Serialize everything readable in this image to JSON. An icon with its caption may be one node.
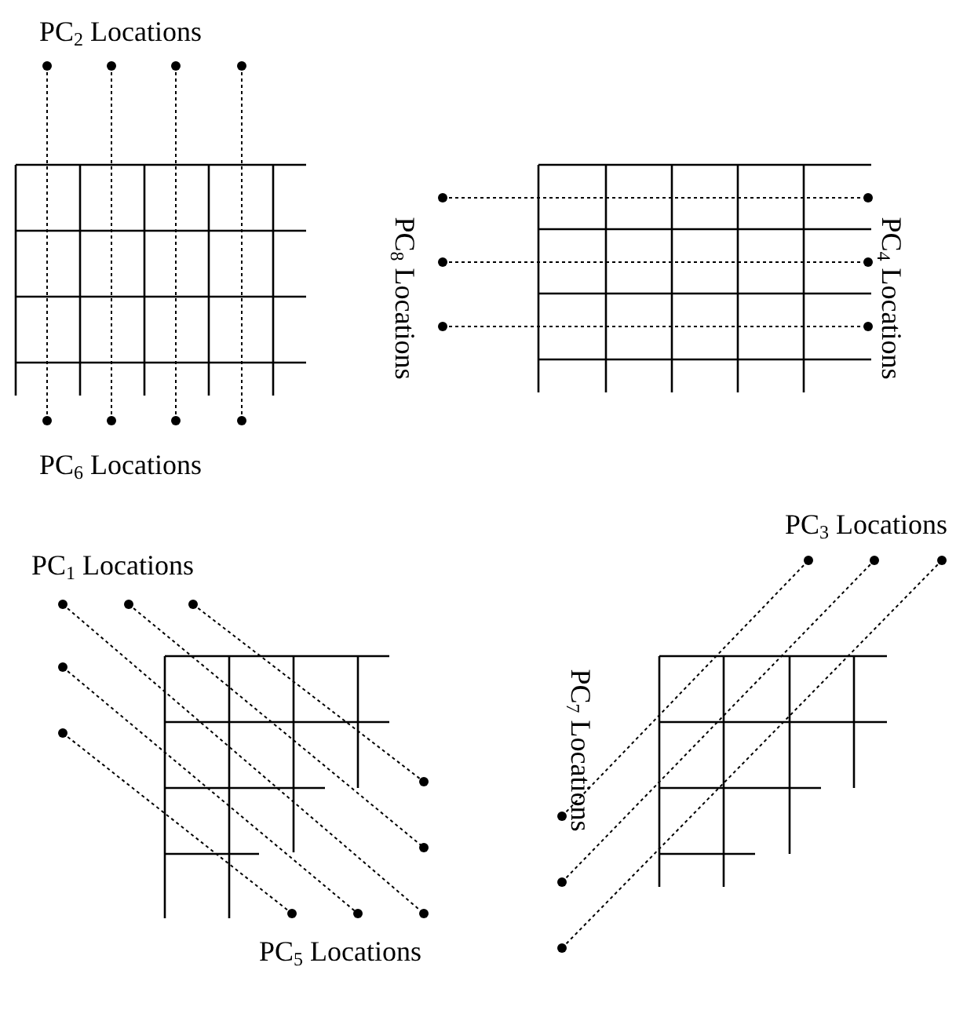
{
  "diagram": {
    "labels": [
      "PC$_{2}$ Locations",
      "PC$_{8}$ Locations",
      "PC$_{4}$ Locations",
      "PC$_{6}$ Locations",
      "PC$_{3}$ Locations",
      "PC$_{1}$ Locations",
      "PC$_{7}$ Locations",
      "PC$_{5}$ Locations"
    ]
  }
}
